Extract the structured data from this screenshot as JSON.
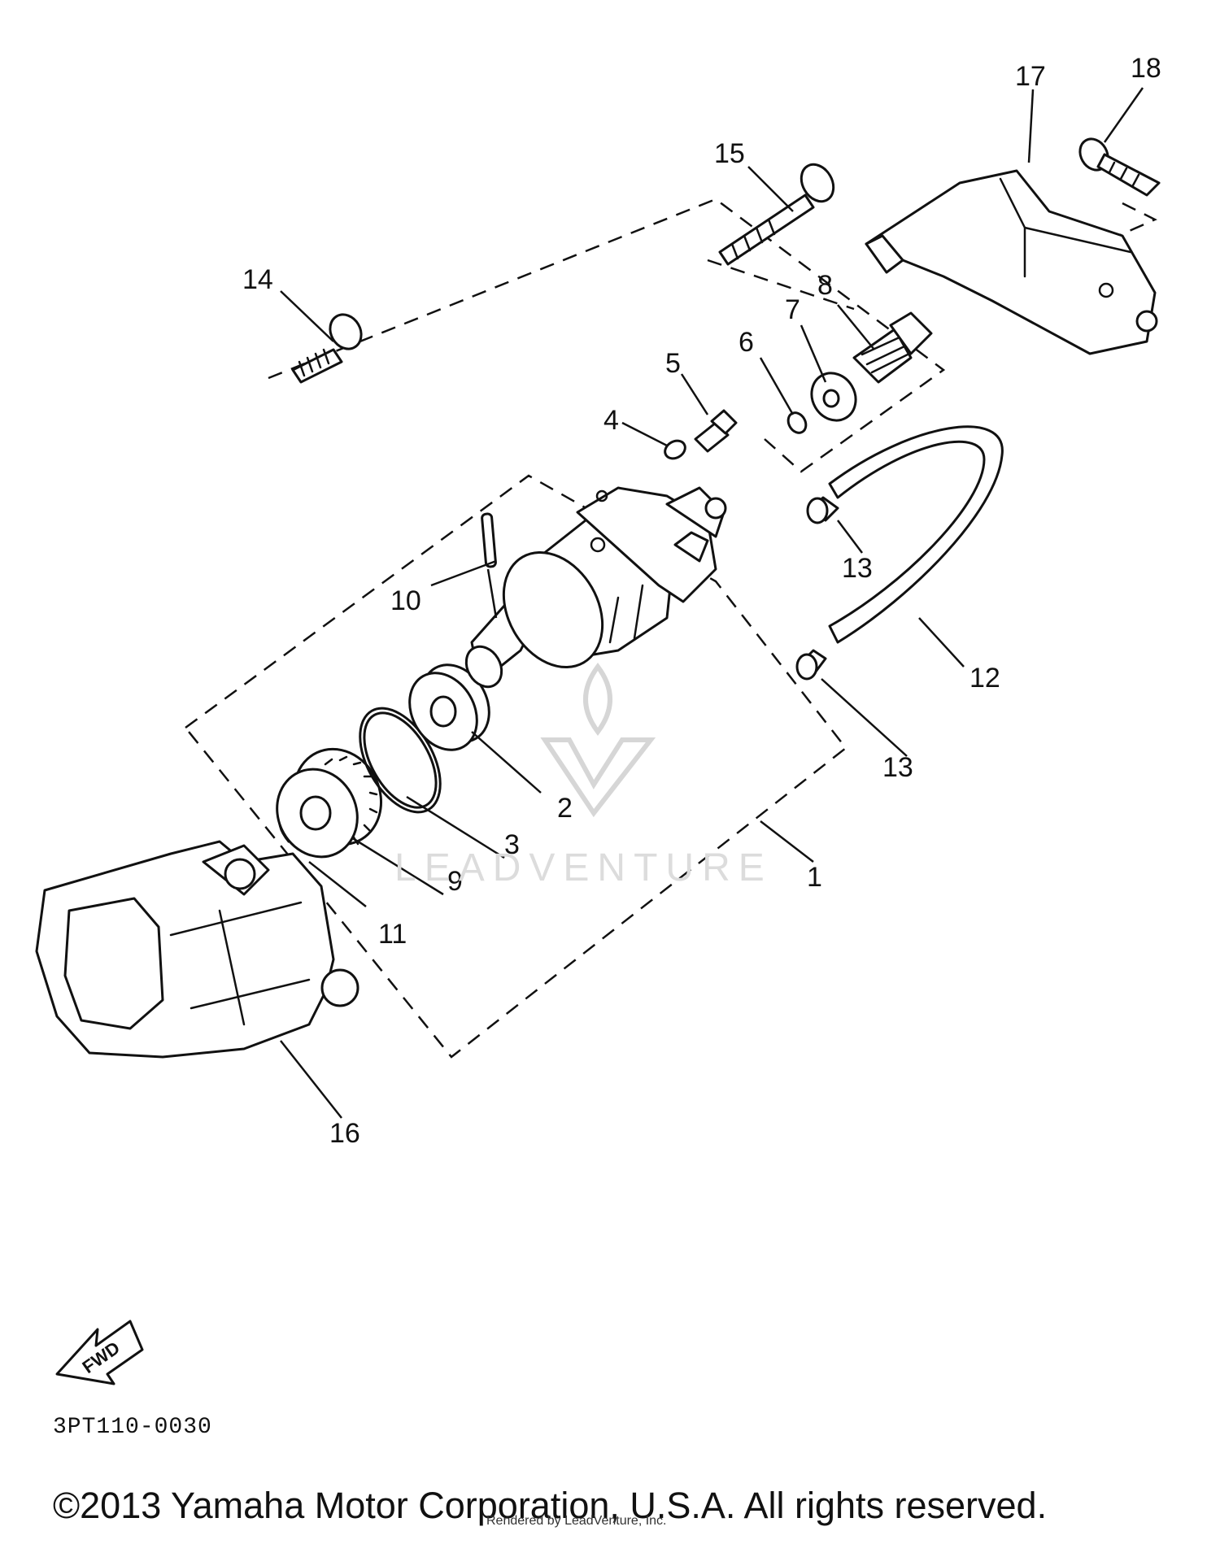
{
  "callouts": {
    "c1": "1",
    "c2": "2",
    "c3": "3",
    "c4": "4",
    "c5": "5",
    "c6": "6",
    "c7": "7",
    "c8": "8",
    "c9": "9",
    "c10": "10",
    "c11": "11",
    "c12": "12",
    "c13a": "13",
    "c13b": "13",
    "c14": "14",
    "c15": "15",
    "c16": "16",
    "c17": "17",
    "c18": "18"
  },
  "direction_label": "FWD",
  "figure_code": "3PT110-0030",
  "copyright": "©2013 Yamaha Motor Corporation, U.S.A. All rights reserved.",
  "rendered_by": "Rendered by LeadVenture, Inc.",
  "watermark": "LEADVENTURE"
}
